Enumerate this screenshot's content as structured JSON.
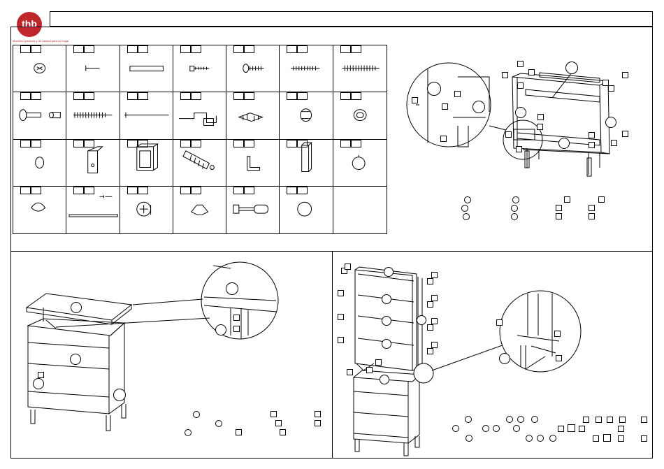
{
  "brand": {
    "logo_text": "thb",
    "tagline": "Muebles prácticos y de calidad para su hogar",
    "accent": "#c0272d"
  },
  "hardware_grid": {
    "rows": 4,
    "cols": 7,
    "items": [
      {
        "icon": "cam-lock-disc-icon"
      },
      {
        "icon": "nail-icon"
      },
      {
        "icon": "wooden-dowel-icon"
      },
      {
        "icon": "flat-head-screw-icon"
      },
      {
        "icon": "pan-head-screw-icon"
      },
      {
        "icon": "long-screw-icon"
      },
      {
        "icon": "wood-screw-icon"
      },
      {
        "icon": "confirmat-bolt-icon"
      },
      {
        "icon": "long-wood-screw-icon"
      },
      {
        "icon": "long-nail-icon"
      },
      {
        "icon": "hinge-icon"
      },
      {
        "icon": "clip-bracket-icon"
      },
      {
        "icon": "knob-icon"
      },
      {
        "icon": "bumper-icon"
      },
      {
        "icon": "washer-icon"
      },
      {
        "icon": "wall-plate-icon"
      },
      {
        "icon": "drawer-bracket-icon"
      },
      {
        "icon": "wall-anchor-icon"
      },
      {
        "icon": "l-bracket-icon"
      },
      {
        "icon": "leg-icon"
      },
      {
        "icon": "round-knob-icon"
      },
      {
        "icon": "cap-icon"
      },
      {
        "icon": "rod-icon"
      },
      {
        "icon": "cam-housing-icon"
      },
      {
        "icon": "shelf-clip-icon"
      },
      {
        "icon": "cam-bolt-icon"
      },
      {
        "icon": "round-cover-icon"
      },
      {
        "icon": "empty-cell"
      }
    ]
  }
}
